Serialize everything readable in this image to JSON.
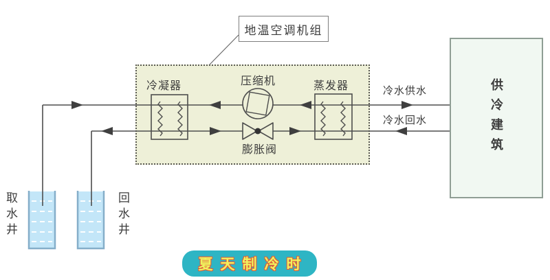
{
  "unit": {
    "label": "地温空调机组",
    "condenser": "冷凝器",
    "compressor": "压缩机",
    "evaporator": "蒸发器",
    "expansion_valve": "膨胀阀"
  },
  "building": {
    "label": "供冷建筑"
  },
  "water_lines": {
    "supply": "冷水供水",
    "return": "冷水回水"
  },
  "wells": {
    "intake": "取水井",
    "return": "回水井"
  },
  "caption": "夏天制冷时",
  "colors": {
    "unit_bg": "#eef0d8",
    "building_bg": "#f1f8f2",
    "well_fill": "#c3e6f8",
    "well_border": "#85aec9",
    "line": "#4d4d4d",
    "caption_bg": "#2eb5c4",
    "caption_text": "#eff35e",
    "caption_outline": "#e05a3a"
  }
}
